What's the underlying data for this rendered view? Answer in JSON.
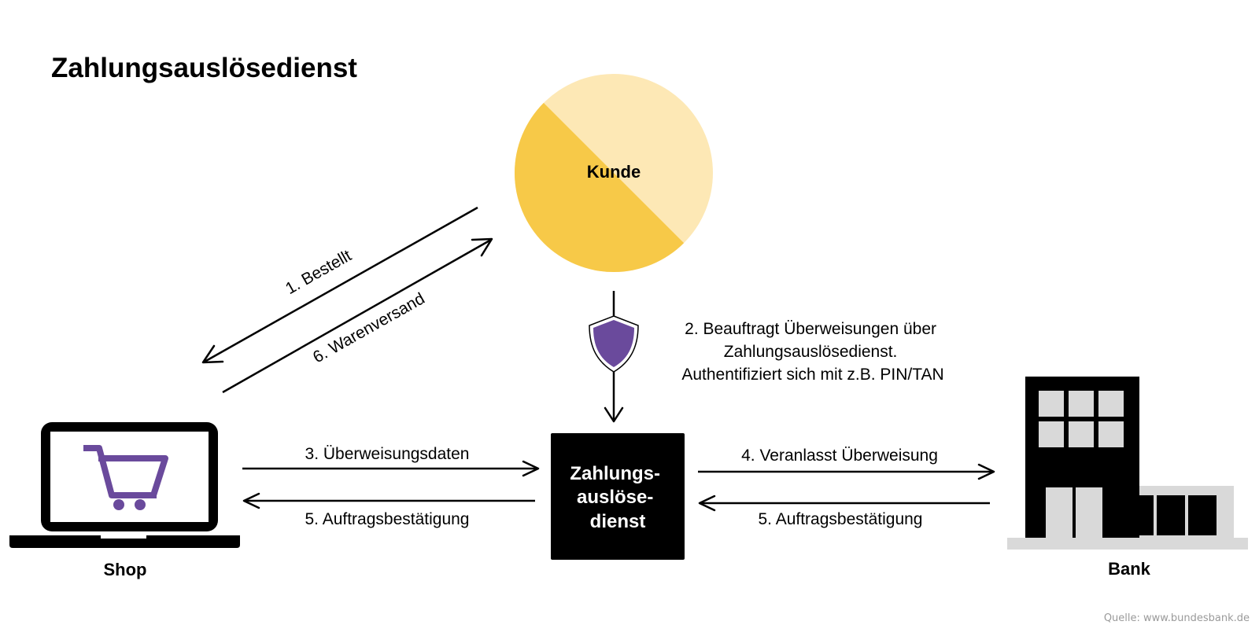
{
  "title": "Zahlungsauslösedienst",
  "nodes": {
    "customer": "Kunde",
    "shop": "Shop",
    "bank": "Bank",
    "pis_lines": [
      "Zahlungs-",
      "auslöse-",
      "dienst"
    ]
  },
  "edges": {
    "e1": "1. Bestellt",
    "e6": "6. Warenversand",
    "e2_lines": [
      "2. Beauftragt Überweisungen über",
      "Zahlungsauslösedienst.",
      "Authentifiziert sich mit z.B. PIN/TAN"
    ],
    "e3": "3. Überweisungsdaten",
    "e5_left": "5. Auftragsbestätigung",
    "e4": "4. Veranlasst Überweisung",
    "e5_right": "5. Auftragsbestätigung"
  },
  "source": "Quelle: www.bundesbank.de",
  "colors": {
    "customer_dark": "#F7C948",
    "customer_light": "#FDE8B5",
    "accent_purple": "#6A4A9C",
    "building_gray": "#D9D9D9"
  },
  "icons": {
    "shop": "laptop-cart-icon",
    "shield": "shield-icon",
    "bank": "bank-building-icon"
  }
}
